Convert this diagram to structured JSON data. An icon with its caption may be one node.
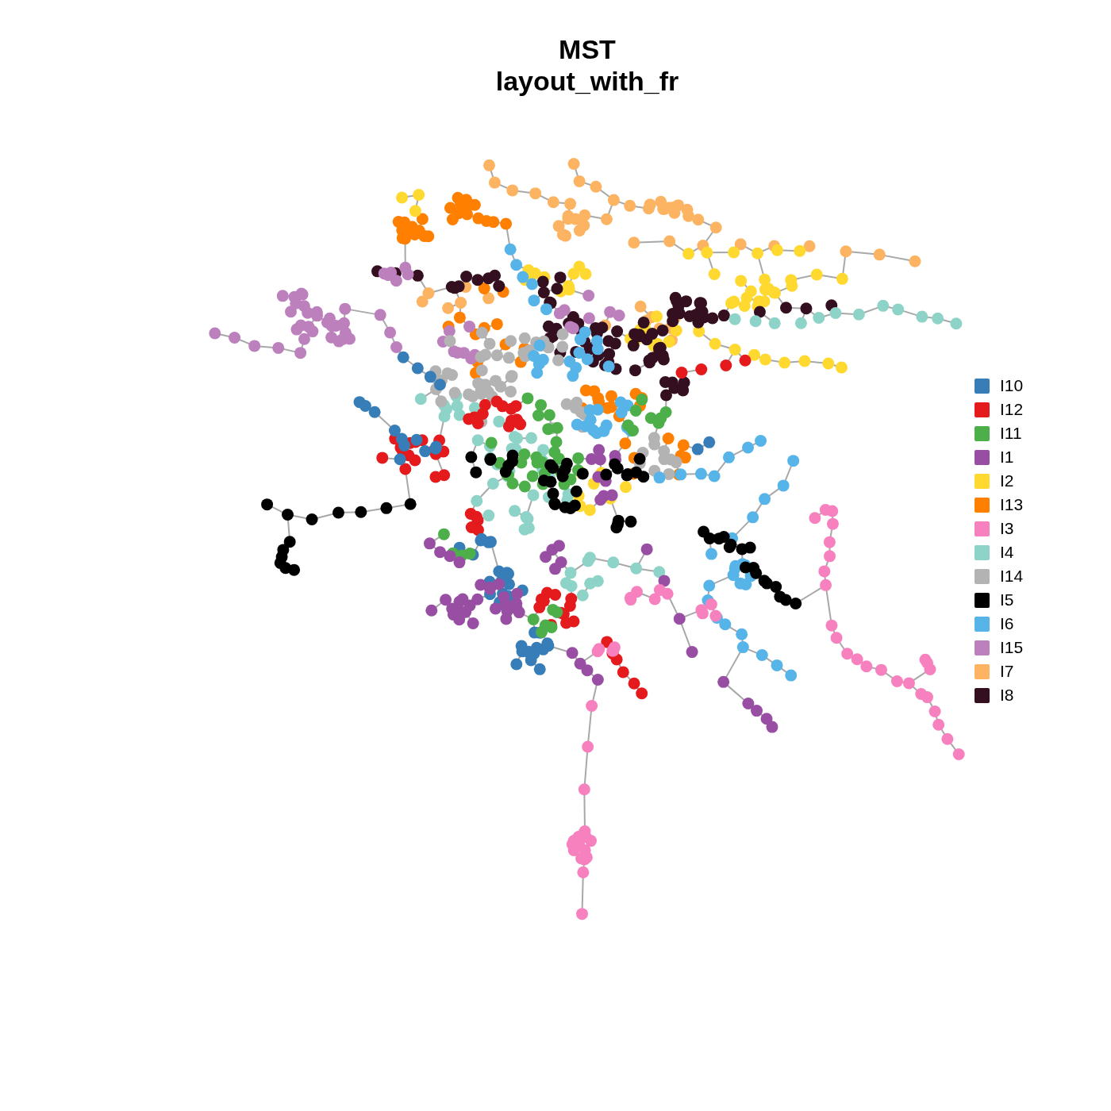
{
  "diagram": {
    "title": "MST layout_with_fr",
    "legend": [
      {
        "text": "I10",
        "color": "#377eb8"
      },
      {
        "text": "I12",
        "color": "#e41a1c"
      },
      {
        "text": "I11",
        "color": "#4daf4a"
      },
      {
        "text": "I1",
        "color": "#984ea3"
      },
      {
        "text": "I2",
        "color": "#ffd92f"
      },
      {
        "text": "I13",
        "color": "#ff7f00"
      },
      {
        "text": "I3",
        "color": "#f781bf"
      },
      {
        "text": "I4",
        "color": "#8dd3c7"
      },
      {
        "text": "I14",
        "color": "#b3b3b3"
      },
      {
        "text": "I5",
        "color": "#000000"
      },
      {
        "text": "I6",
        "color": "#56b4e9"
      },
      {
        "text": "I15",
        "color": "#bc80bd"
      },
      {
        "text": "I7",
        "color": "#fdb462"
      },
      {
        "text": "I8",
        "color": "#330f1f"
      }
    ]
  }
}
